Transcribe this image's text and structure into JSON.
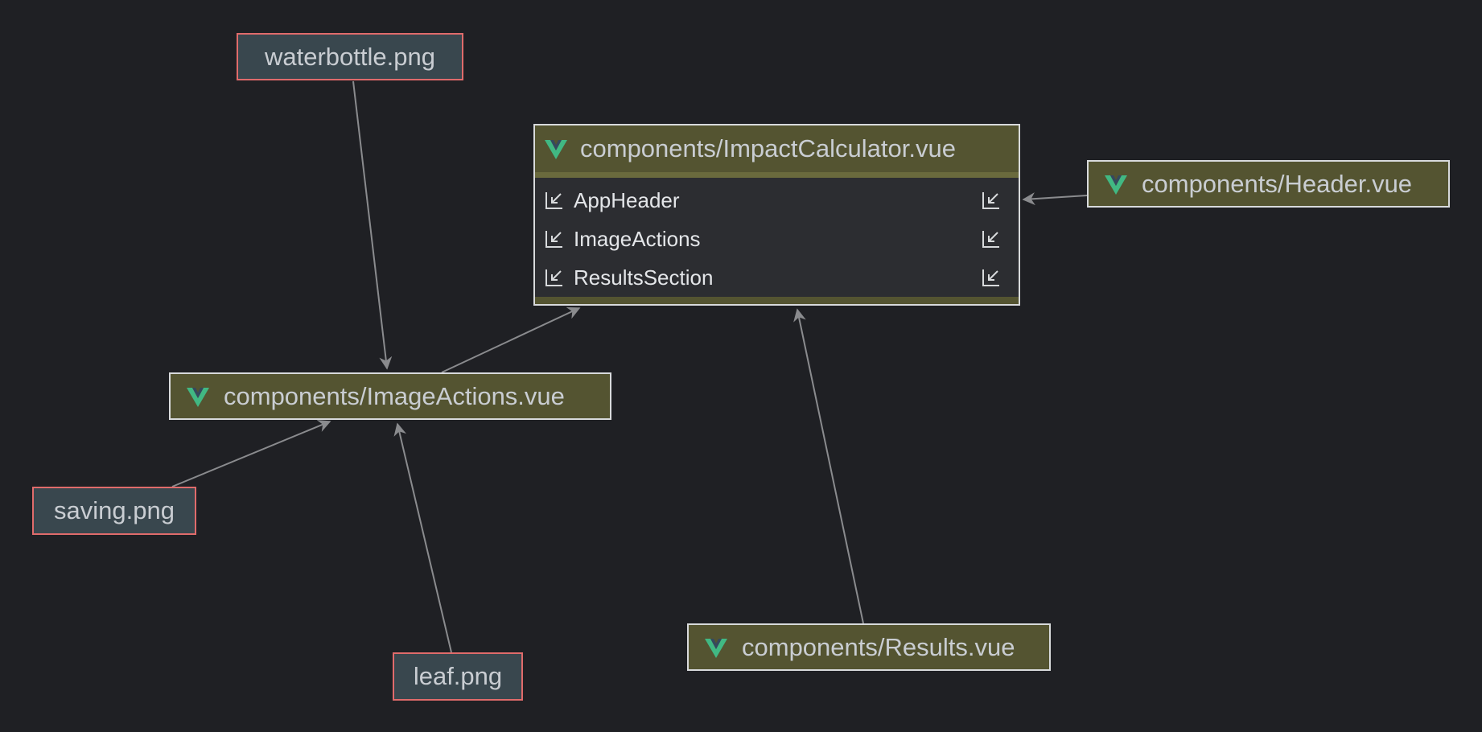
{
  "colors": {
    "background": "#1f2024",
    "asset_fill": "#39474e",
    "asset_border": "#e06b6b",
    "vue_fill": "#545431",
    "vue_border": "#d8dadc",
    "vue_logo": "#41b883",
    "edge": "#8a8b8e"
  },
  "nodes": {
    "waterbottle": {
      "label": "waterbottle.png",
      "kind": "asset"
    },
    "saving": {
      "label": "saving.png",
      "kind": "asset"
    },
    "leaf": {
      "label": "leaf.png",
      "kind": "asset"
    },
    "image_actions": {
      "label": "components/ImageActions.vue",
      "kind": "vue"
    },
    "header": {
      "label": "components/Header.vue",
      "kind": "vue"
    },
    "results": {
      "label": "components/Results.vue",
      "kind": "vue"
    },
    "impact_calculator": {
      "label": "components/ImpactCalculator.vue",
      "kind": "vue",
      "members": [
        {
          "label": "AppHeader"
        },
        {
          "label": "ImageActions"
        },
        {
          "label": "ResultsSection"
        }
      ]
    }
  },
  "edges": [
    {
      "from": "waterbottle",
      "to": "image_actions"
    },
    {
      "from": "saving",
      "to": "image_actions"
    },
    {
      "from": "leaf",
      "to": "image_actions"
    },
    {
      "from": "image_actions",
      "to": "impact_calculator"
    },
    {
      "from": "header",
      "to": "impact_calculator.AppHeader"
    },
    {
      "from": "results",
      "to": "impact_calculator"
    }
  ]
}
